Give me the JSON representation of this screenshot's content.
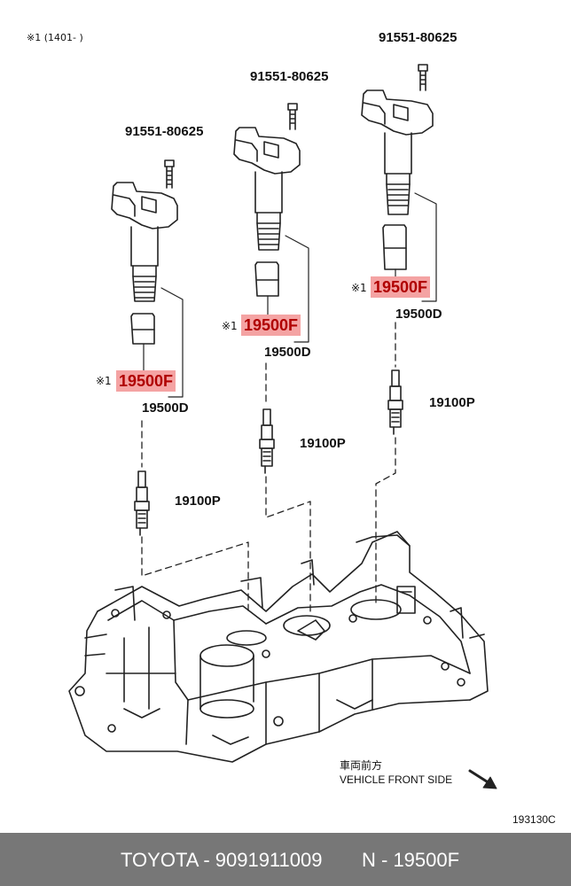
{
  "diagram": {
    "note_top": "※1 (1401-      )",
    "bolt_labels": [
      "91551-80625",
      "91551-80625",
      "91551-80625"
    ],
    "coil_labels": [
      "19500D",
      "19500D",
      "19500D"
    ],
    "boot_labels": [
      "19500F",
      "19500F",
      "19500F"
    ],
    "plug_labels": [
      "19100P",
      "19100P",
      "19100P"
    ],
    "mark": "※1",
    "front_jp": "車両前方",
    "front_en": "VEHICLE FRONT SIDE",
    "figure_code": "193130C"
  },
  "footer": {
    "brand_part": "TOYOTA - 9091911009",
    "ref": "N - 19500F"
  },
  "colors": {
    "highlight_bg": "#f4a3a3",
    "highlight_text": "#b00000",
    "footer_bg": "#777777"
  }
}
